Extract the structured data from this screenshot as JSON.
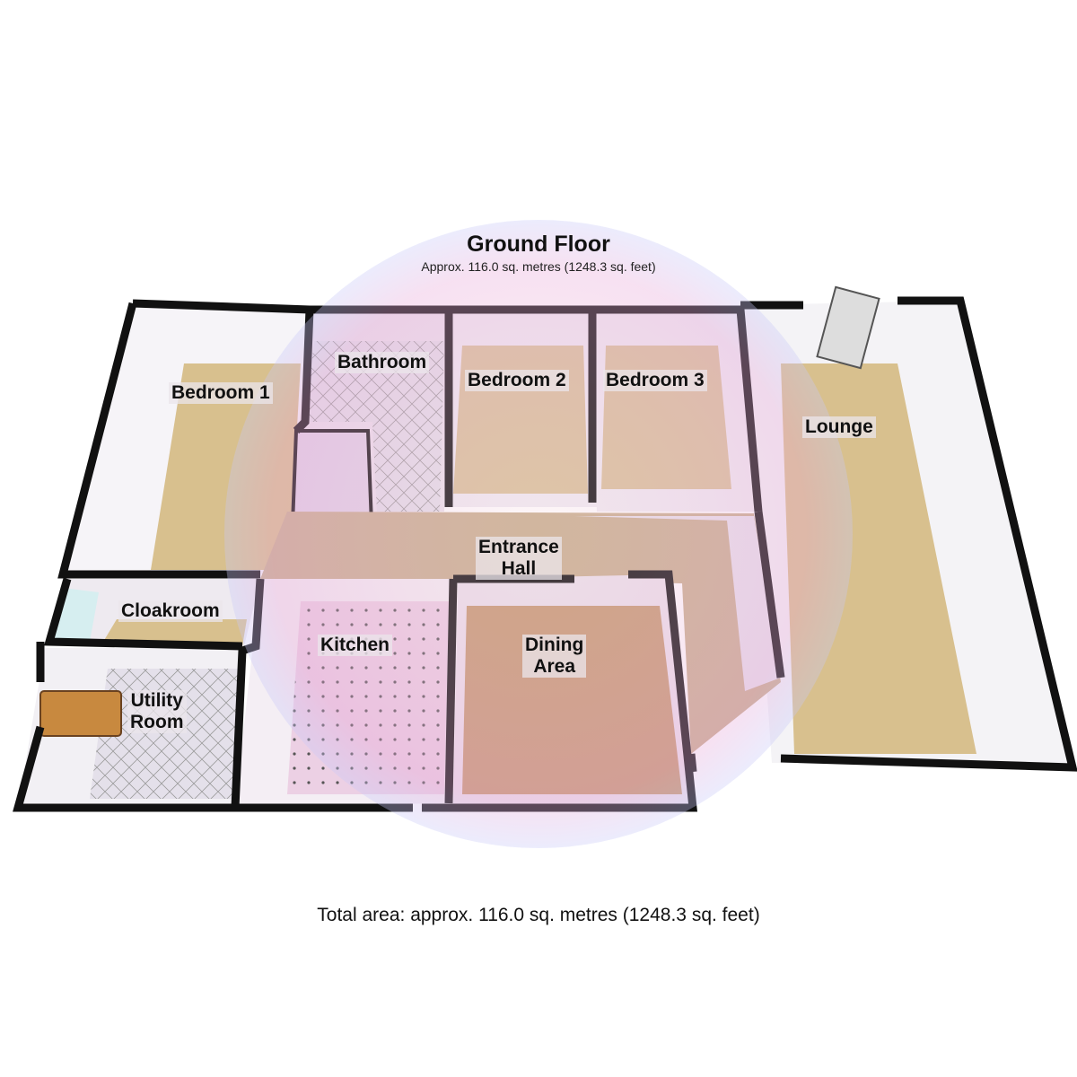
{
  "plan": {
    "title": "Ground Floor",
    "subtitle": "Approx. 116.0 sq. metres (1248.3 sq. feet)",
    "total": "Total area: approx. 116.0 sq. metres (1248.3 sq. feet)"
  },
  "rooms": {
    "bedroom1": "Bedroom 1",
    "bathroom": "Bathroom",
    "bedroom2": "Bedroom 2",
    "bedroom3": "Bedroom 3",
    "lounge": "Lounge",
    "entrance_hall": "Entrance\nHall",
    "cloakroom": "Cloakroom",
    "kitchen": "Kitchen",
    "dining": "Dining\nArea",
    "utility": "Utility\nRoom"
  },
  "colors": {
    "carpet": "#d8c08e",
    "tile": "#e6d6e6",
    "wood": "#c69a72",
    "wall": "#111111"
  }
}
